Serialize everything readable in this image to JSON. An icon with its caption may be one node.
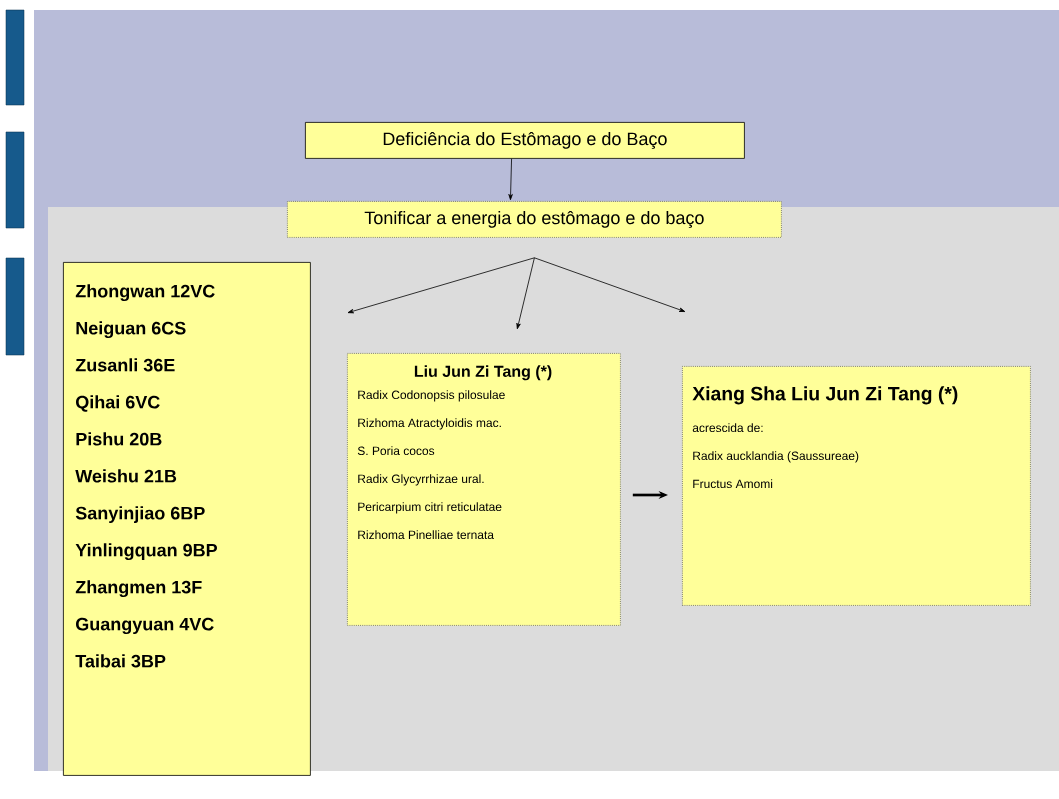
{
  "diagram": {
    "nodes": [
      {
        "text": [
          "Deficiência do Estômago e do Baço"
        ]
      },
      {
        "text": [
          "Tonificar a energia  do estômago e do baço"
        ]
      },
      {
        "text": [
          "Zhongwan 12VC",
          "Neiguan 6CS",
          "Zusanli 36E",
          "Qihai 6VC",
          "Pishu 20B",
          "Weishu 21B",
          "Sanyinjiao 6BP",
          "Yinlingquan 9BP",
          "Zhangmen 13F",
          "Guangyuan 4VC",
          "Taibai 3BP"
        ]
      },
      {
        "text": [
          "Liu Jun Zi Tang (*)",
          "Radix Codonopsis pilosulae",
          "Rizhoma Atractyloidis mac.",
          "S. Poria cocos",
          "Radix Glycyrrhizae ural.",
          "Pericarpium citri reticulatae",
          "Rizhoma Pinelliae ternata"
        ]
      },
      {
        "text": [
          "Xiang Sha Liu Jun Zi Tang (*)",
          "acrescida de:",
          "Radix aucklandia (Saussureae)",
          "Fructus Amomi"
        ]
      }
    ],
    "edges": [
      {
        "from": 0,
        "to": 1,
        "arrow": "to"
      },
      {
        "from": 1,
        "to": 2,
        "arrow": "to"
      },
      {
        "from": 1,
        "to": 3,
        "arrow": "to"
      },
      {
        "from": 1,
        "to": 4,
        "arrow": "to"
      },
      {
        "from": 3,
        "to": 4,
        "arrow": "to",
        "style": "thick"
      }
    ]
  }
}
